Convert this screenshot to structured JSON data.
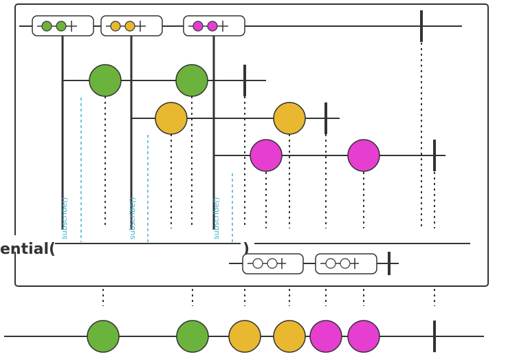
{
  "operator": {
    "name_fragment": "ential(",
    "closing_paren": ")"
  },
  "subscribe_labels": [
    "subscribe()",
    "subscribe()",
    "subscribe()"
  ],
  "colors": {
    "green": "#6cb33e",
    "yellow": "#e8b830",
    "magenta": "#e63ed0",
    "line": "#333333",
    "subscribe": "#3ab0c8",
    "hollow": "#ffffff"
  },
  "icons": {
    "source_marble": "circle",
    "completion": "vertical-bar",
    "inner_observable": "rounded-box"
  },
  "streams": {
    "source_inners": [
      "green",
      "yellow",
      "magenta"
    ],
    "inner_1": [
      "green",
      "green"
    ],
    "inner_2": [
      "yellow",
      "yellow"
    ],
    "inner_3": [
      "magenta",
      "magenta"
    ],
    "output": [
      "green",
      "green",
      "yellow",
      "yellow",
      "magenta",
      "magenta"
    ]
  }
}
